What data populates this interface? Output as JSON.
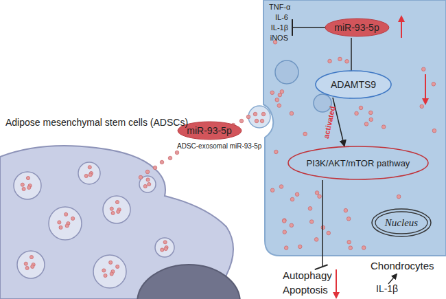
{
  "diagram": {
    "nodes": [
      {
        "text": [
          "miR-93-5p"
        ]
      },
      {
        "text": [
          "ADAMTS9"
        ]
      },
      {
        "text": [
          "miR-93-5p"
        ]
      },
      {
        "text": [
          "PI3K/AKT/mTOR pathway"
        ]
      },
      {
        "text": [
          "Nucleus"
        ]
      }
    ],
    "edges": [
      {
        "from": 0,
        "to": 1,
        "arrow": "none"
      },
      {
        "from": 1,
        "to": 3,
        "arrow": "to",
        "label": "activated"
      }
    ],
    "labels": [
      "TNF-α",
      "IL-6",
      "IL-1β",
      "iNOS",
      "Adipose mesenchymal stem cells (ADSCs)",
      "ADSC-exosomal miR-93-5p",
      "Autophagy",
      "Apoptosis",
      "Chondrocytes",
      "IL-1β"
    ]
  }
}
